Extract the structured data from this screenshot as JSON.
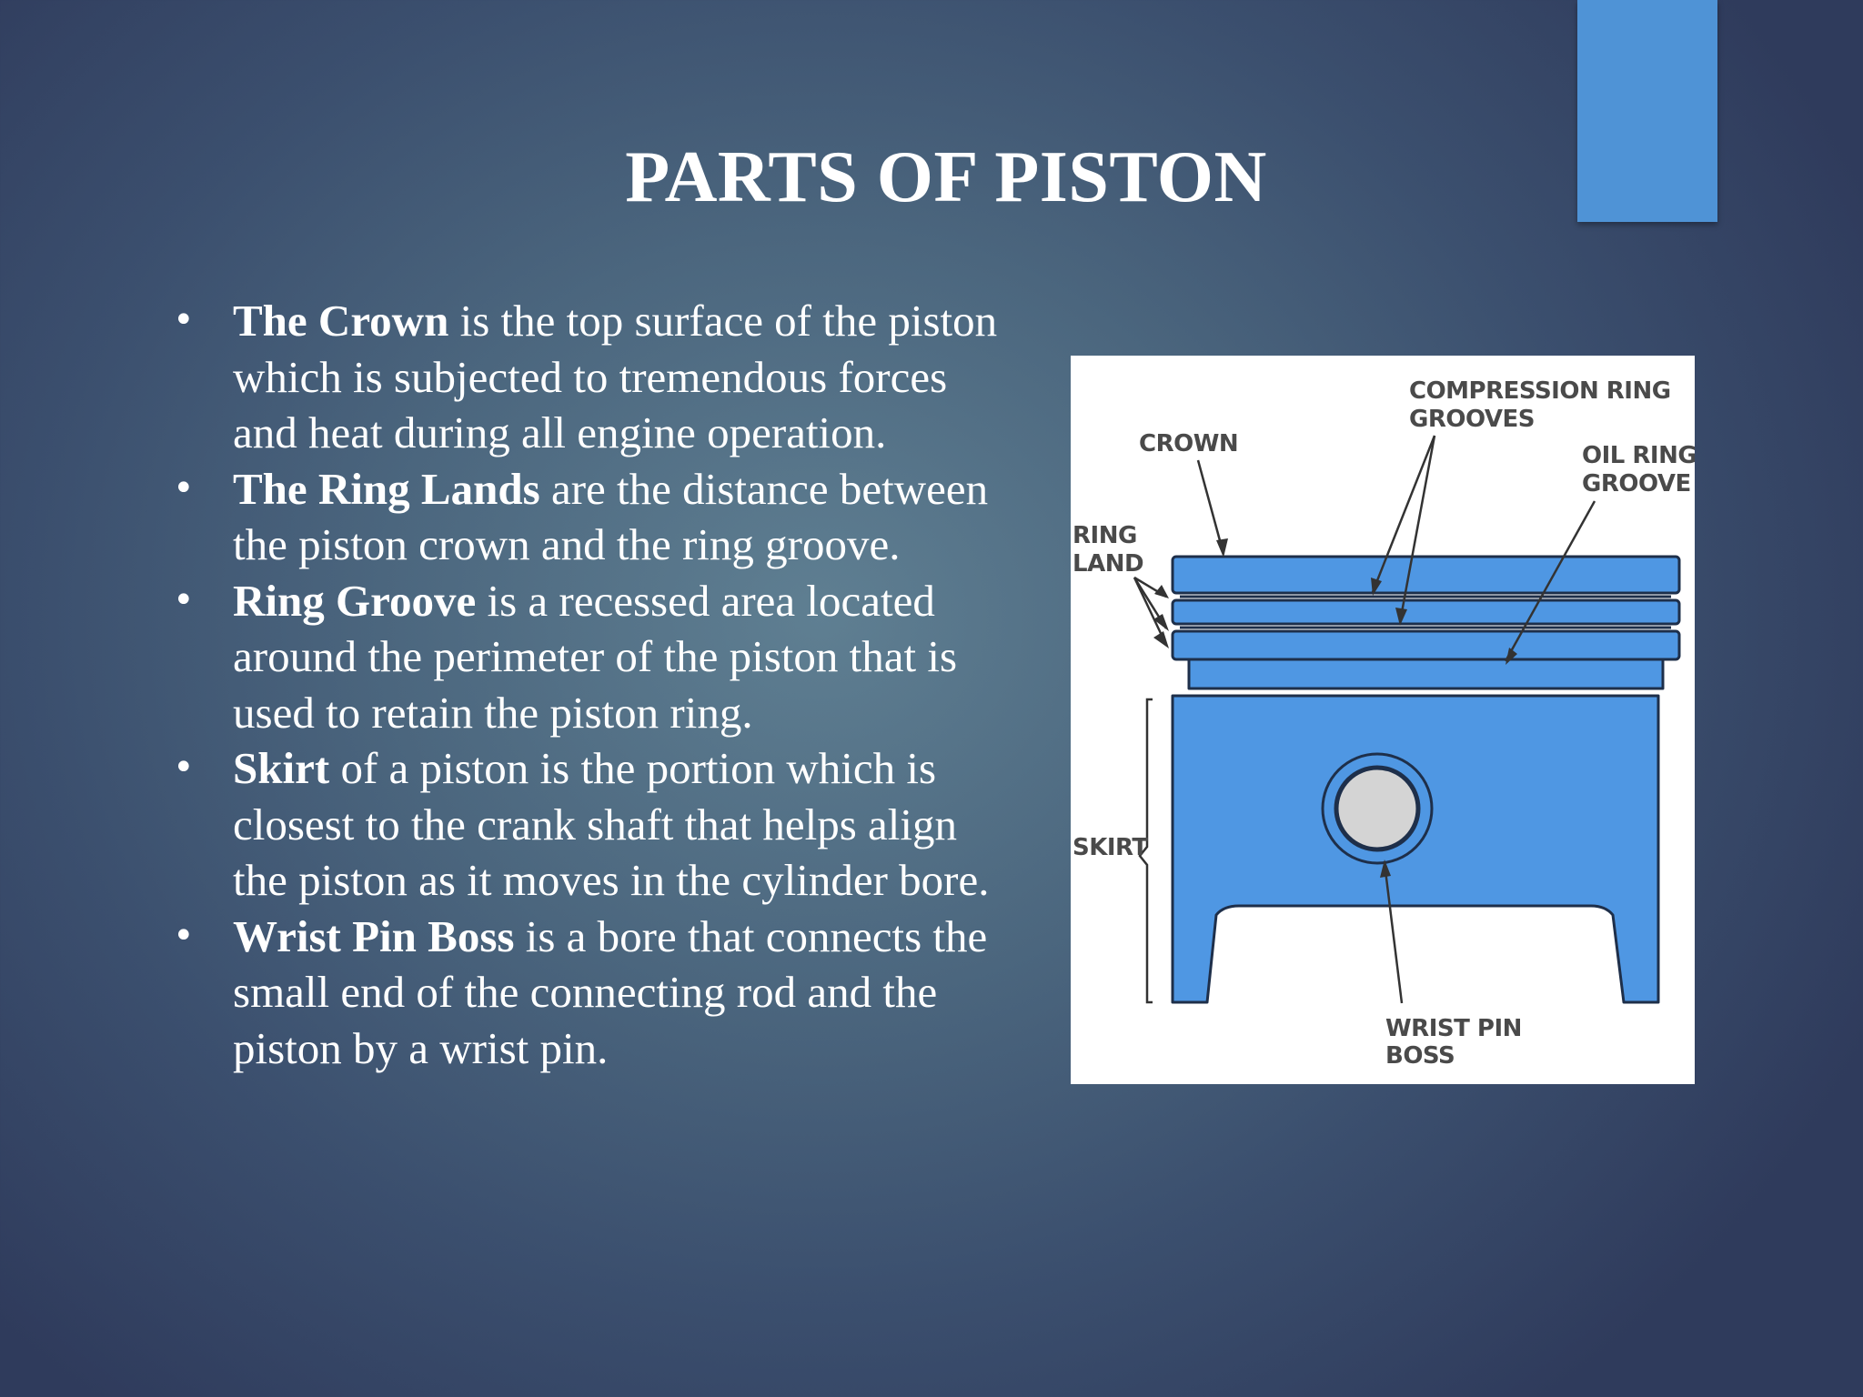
{
  "slide": {
    "title": "PARTS OF PISTON",
    "accent_color": "#4f93d6",
    "bullets": [
      {
        "term": "The Crown",
        "text": " is the top surface of the piston which is subjected to tremendous forces and heat during all engine operation."
      },
      {
        "term": "The Ring Lands",
        "text": " are the distance between  the piston crown and the ring groove."
      },
      {
        "term": "Ring Groove",
        "text": " is a recessed area located around the perimeter of the piston that is used to retain the piston ring."
      },
      {
        "term": "Skirt",
        "text": "  of a piston is the portion which is closest to the crank shaft that helps align the piston as it moves in the cylinder bore."
      },
      {
        "term": "Wrist Pin Boss",
        "text": " is a bore that connects the small end of the connecting rod and the piston by a wrist pin."
      }
    ]
  },
  "figure": {
    "piston_color": "#4f97e3",
    "labels": {
      "compression_1": "COMPRESSION RING",
      "compression_2": "GROOVES",
      "crown": "CROWN",
      "oil_1": "OIL RING",
      "oil_2": "GROOVE",
      "ring_1": "RING",
      "ring_2": "LAND",
      "skirt": "SKIRT",
      "wrist_1": "WRIST PIN",
      "wrist_2": "BOSS"
    }
  }
}
